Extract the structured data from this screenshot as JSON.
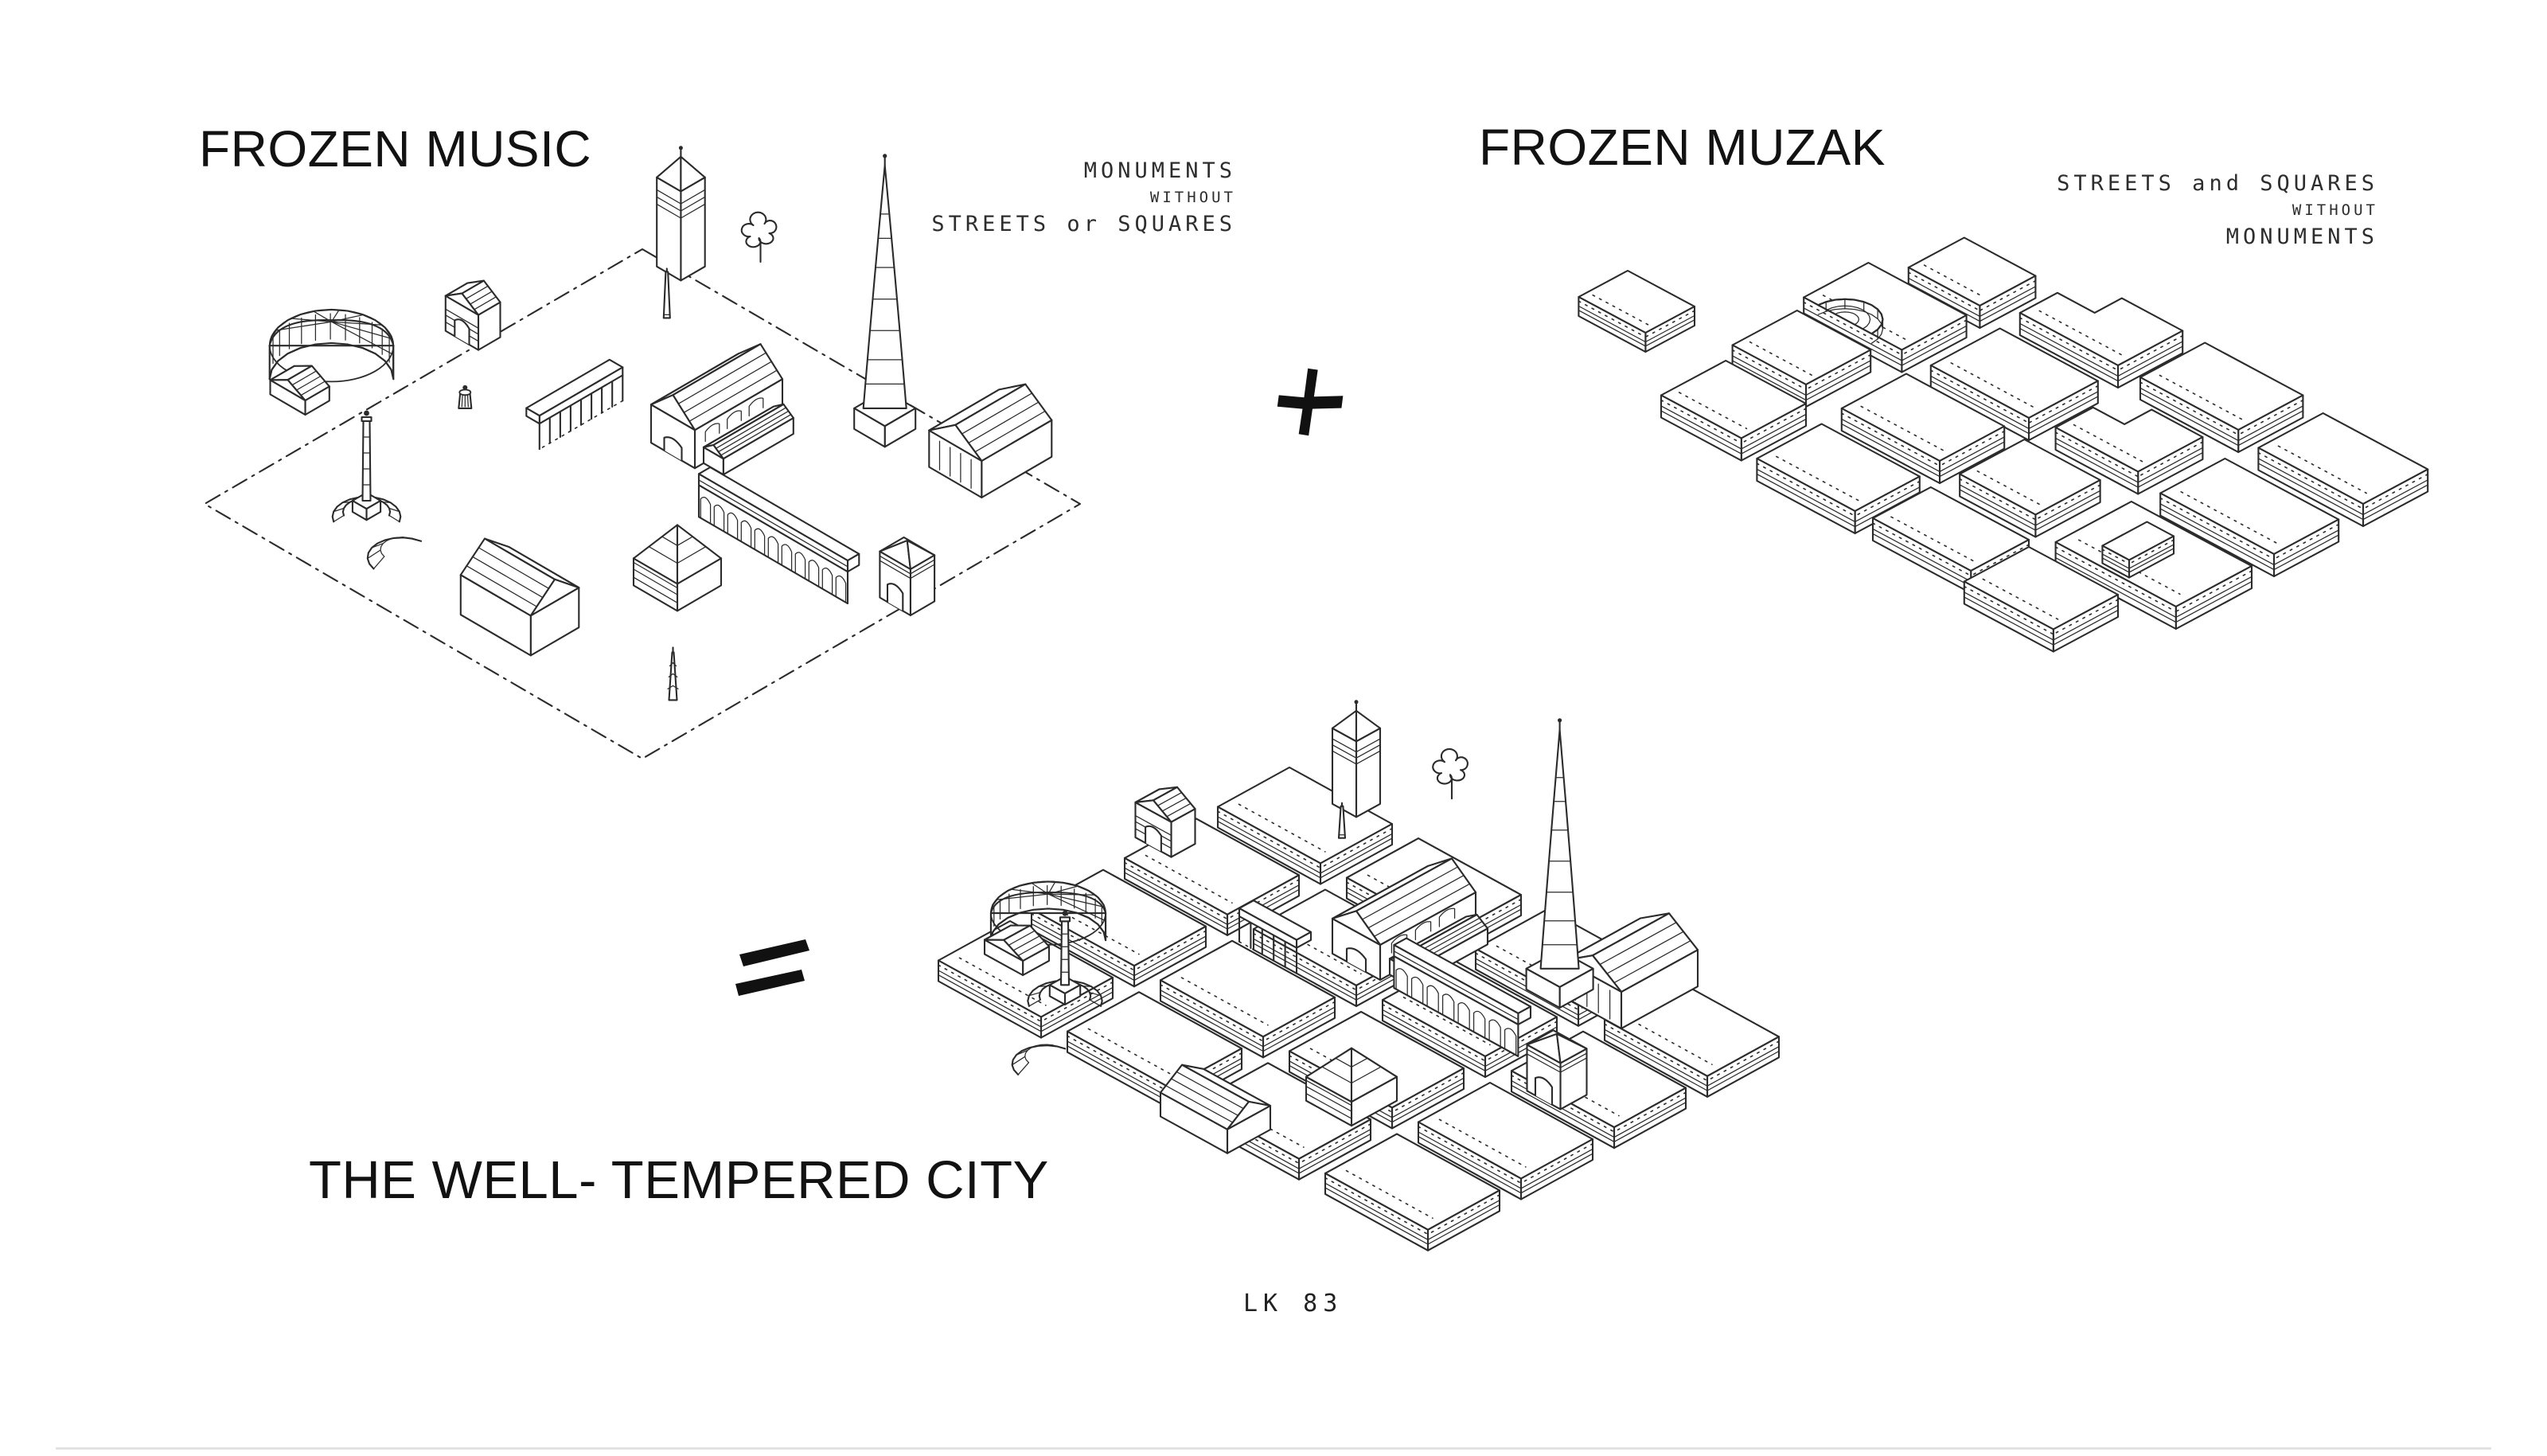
{
  "page": {
    "background": "#ffffff",
    "ink": "#2b2b2b",
    "label_color": "#121212"
  },
  "titles": {
    "left": "FROZEN MUSIC",
    "right": "FROZEN MUZAK",
    "result": "THE WELL- TEMPERED CITY"
  },
  "annotations": {
    "left": {
      "line1": "MONUMENTS",
      "line2": "WITHOUT",
      "line3": "STREETS or SQUARES"
    },
    "right": {
      "line1": "STREETS and SQUARES",
      "line2": "WITHOUT",
      "line3": "MONUMENTS"
    }
  },
  "operators": {
    "plus": "+",
    "equals": "="
  },
  "signature": "LK  83",
  "figures": {
    "left_icon": "monuments-sketch",
    "right_icon": "city-blocks-sketch",
    "bottom_icon": "combined-city-sketch"
  }
}
